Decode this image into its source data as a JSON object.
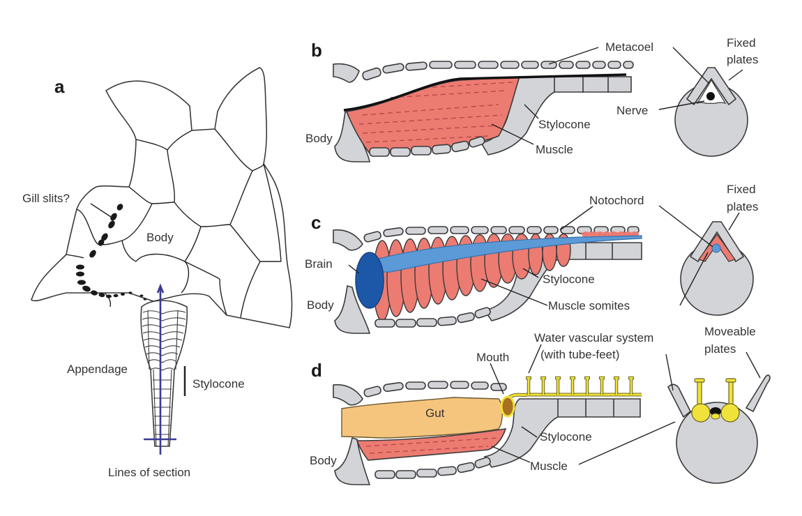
{
  "figure": {
    "panels": {
      "a": {
        "letter": "a",
        "labels": {
          "gill_slits": "Gill slits?",
          "body": "Body",
          "appendage": "Appendage",
          "stylocone": "Stylocone",
          "lines_of_section": "Lines of section"
        }
      },
      "b": {
        "letter": "b",
        "labels": {
          "metacoel": "Metacoel",
          "fixed_plates_1": "Fixed",
          "fixed_plates_2": "plates",
          "nerve": "Nerve",
          "body": "Body",
          "stylocone": "Stylocone",
          "muscle": "Muscle"
        }
      },
      "c": {
        "letter": "c",
        "labels": {
          "notochord": "Notochord",
          "fixed_plates_1": "Fixed",
          "fixed_plates_2": "plates",
          "brain": "Brain",
          "body": "Body",
          "stylocone": "Stylocone",
          "muscle_somites": "Muscle somites"
        }
      },
      "d": {
        "letter": "d",
        "labels": {
          "water_vascular_1": "Water vascular system",
          "water_vascular_2": "(with tube-feet)",
          "moveable_plates_1": "Moveable",
          "moveable_plates_2": "plates",
          "mouth": "Mouth",
          "gut": "Gut",
          "body": "Body",
          "stylocone": "Stylocone",
          "muscle": "Muscle"
        }
      }
    },
    "colors": {
      "plate_gray": "#d3d4d8",
      "muscle_red": "#ec7b72",
      "brain_blue": "#1d58a8",
      "notochord_blue": "#5b9ad6",
      "gut_orange": "#f5c57e",
      "water_vascular_yellow": "#f0e23a",
      "section_line": "#3b3a96"
    }
  }
}
